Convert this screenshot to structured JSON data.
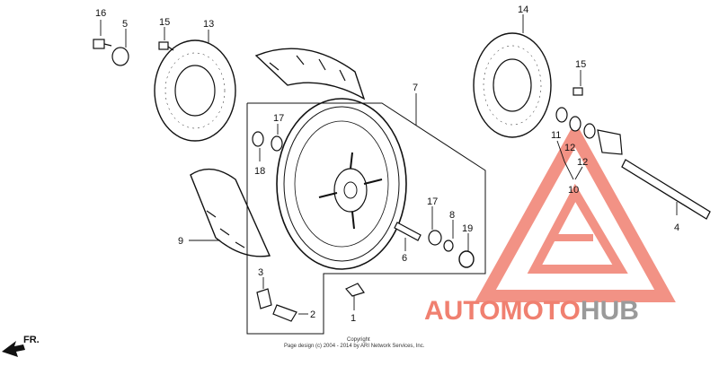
{
  "parts": [
    {
      "id": "p1",
      "label": "1"
    },
    {
      "id": "p2",
      "label": "2"
    },
    {
      "id": "p3",
      "label": "3"
    },
    {
      "id": "p4",
      "label": "4"
    },
    {
      "id": "p5",
      "label": "5"
    },
    {
      "id": "p6",
      "label": "6"
    },
    {
      "id": "p7",
      "label": "7"
    },
    {
      "id": "p8",
      "label": "8"
    },
    {
      "id": "p9",
      "label": "9"
    },
    {
      "id": "p10",
      "label": "10"
    },
    {
      "id": "p11",
      "label": "11"
    },
    {
      "id": "p12a",
      "label": "12"
    },
    {
      "id": "p12b",
      "label": "12"
    },
    {
      "id": "p13",
      "label": "13"
    },
    {
      "id": "p14",
      "label": "14"
    },
    {
      "id": "p15a",
      "label": "15"
    },
    {
      "id": "p15b",
      "label": "15"
    },
    {
      "id": "p16",
      "label": "16"
    },
    {
      "id": "p17a",
      "label": "17"
    },
    {
      "id": "p17b",
      "label": "17"
    },
    {
      "id": "p18",
      "label": "18"
    },
    {
      "id": "p19",
      "label": "19"
    }
  ],
  "direction_label": "FR.",
  "copyright": {
    "line1": "Copyright",
    "line2": "Page design (c) 2004 - 2014 by ARI Network Services, Inc."
  },
  "watermark": {
    "part1": "AUTOMOTO",
    "part2": "HUB",
    "color_primary": "#f08070",
    "color_secondary": "#9a9a9a"
  }
}
